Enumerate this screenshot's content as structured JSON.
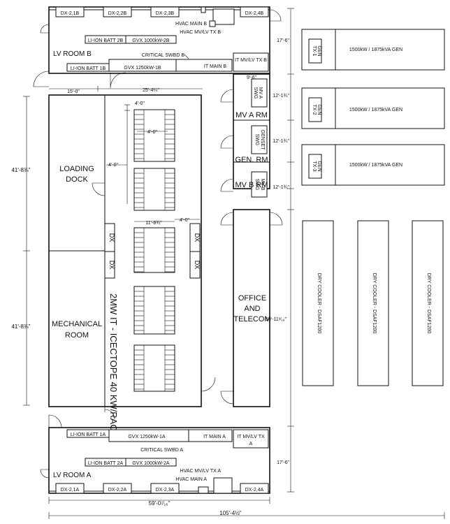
{
  "lv_room_b": {
    "name": "LV ROOM B",
    "dx_units": [
      "DX-2,1B",
      "DX-2,2B",
      "DX-2,3B",
      "DX-2,4B"
    ],
    "hvac_main": "HVAC MAIN B",
    "hvac_tx": "HVAC MV/LV TX B",
    "batt_2": "LI-ION BATT 2B",
    "gvx_2": "GVX 1000kW-2B",
    "critical_swbd": "CRITICAL SWBD B",
    "batt_1": "LI-ION BATT 1B",
    "gvx_1": "GVX 1250kW-1B",
    "it_main": "IT MAIN B",
    "it_tx": "IT MV/LV TX B"
  },
  "lv_room_a": {
    "name": "LV ROOM A",
    "dx_units": [
      "DX-2,1A",
      "DX-2,2A",
      "DX-2,3A",
      "DX-2,4A"
    ],
    "hvac_main": "HVAC MAIN A",
    "hvac_tx": "HVAC MV/LV TX A",
    "batt_2": "LI-ION BATT 2A",
    "gvx_2": "GVX 1000kW-2A",
    "critical_swbd": "CRITICAL SWBD A",
    "batt_1": "LI-ION BATT 1A",
    "gvx_1": "GVX 1250kW-1A",
    "it_main": "IT MAIN A",
    "it_tx_line1": "IT MV/LV TX",
    "it_tx_line2": "A"
  },
  "rooms": {
    "loading_dock_1": "LOADING",
    "loading_dock_2": "DOCK",
    "mechanical_1": "MECHANICAL",
    "mechanical_2": "ROOM",
    "office_1": "OFFICE",
    "office_2": "AND",
    "office_3": "TELECOM",
    "mv_a_rm": "MV A RM",
    "gen_rm": "GEN. RM",
    "mv_b_rm": "MV B RM",
    "it_hall": "2MW IT - ICECTOPE 40 KW/RACK",
    "dx": "DX"
  },
  "switchgear": {
    "mv_a_1": "MV A",
    "mv_a_2": "SWG",
    "genset_1": "GENSET",
    "genset_2": "SWG",
    "mv_b_1": "MV B",
    "mv_b_2": "SWG"
  },
  "generators": {
    "units": [
      {
        "tx_1": "GEN",
        "tx_2": "TX-1",
        "rating": "1500kW / 1875kVA GEN"
      },
      {
        "tx_1": "GEN",
        "tx_2": "TX-2",
        "rating": "1500kW / 1875kVA GEN"
      },
      {
        "tx_1": "GEN",
        "tx_2": "TX-3",
        "rating": "1500kW / 1875kVA GEN"
      }
    ]
  },
  "dry_coolers": [
    "DRY COOLER - DSAF1200",
    "DRY COOLER - DSAF1200",
    "DRY COOLER - DSAF1200"
  ],
  "dimensions": {
    "d_15_0": "15'-0\"",
    "d_25_4": "25'-4¼\"",
    "d_4_0": "4'-0\"",
    "d_11_8": "11'-8¾\"",
    "d_41_8": "41'-8¾\"",
    "d_9_6": "9'-6\"",
    "d_12_1": "12'-1¾\"",
    "d_17_6": "17'-6\"",
    "d_59_11": "59'-11¹⁄₁₆\"",
    "d_59_0": "59'-0⁷⁄₁₆\"",
    "d_105_4": "105'-4½\""
  }
}
